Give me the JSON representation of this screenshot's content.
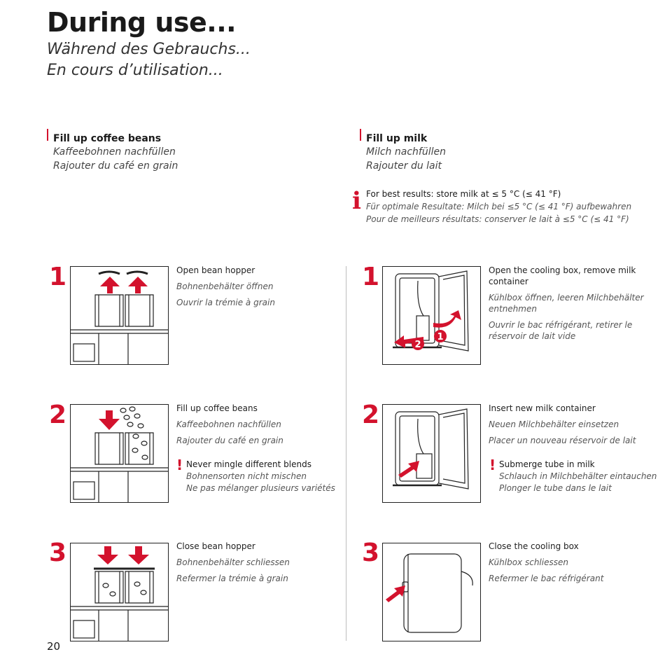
{
  "header": {
    "title": "During use...",
    "subtitle_de": "Während des Gebrauchs...",
    "subtitle_fr": "En cours d’utilisation..."
  },
  "left": {
    "title_en": "Fill up coffee beans",
    "title_de": "Kaffeebohnen nachfüllen",
    "title_fr": "Rajouter du café en grain",
    "steps": [
      {
        "num": "1",
        "en": "Open bean hopper",
        "de": "Bohnenbehälter öffnen",
        "fr": "Ouvrir la trémie à grain"
      },
      {
        "num": "2",
        "en": "Fill up coffee beans",
        "de": "Kaffeebohnen nachfüllen",
        "fr": "Rajouter du café en grain"
      },
      {
        "num": "3",
        "en": "Close bean hopper",
        "de": "Bohnenbehälter schliessen",
        "fr": "Refermer la trémie à grain"
      }
    ],
    "warning": {
      "en": "Never mingle different blends",
      "de": "Bohnensorten nicht mischen",
      "fr": "Ne pas mélanger plusieurs variétés"
    }
  },
  "right": {
    "title_en": "Fill up milk",
    "title_de": "Milch nachfüllen",
    "title_fr": "Rajouter du lait",
    "info": {
      "en": "For best results: store milk at ≤ 5 °C (≤ 41 °F)",
      "de": "Für optimale Resultate: Milch bei ≤5 °C (≤ 41 °F) aufbewahren",
      "fr": "Pour de meilleurs résultats: conserver le lait à ≤5 °C (≤ 41 °F)"
    },
    "steps": [
      {
        "num": "1",
        "en": "Open the cooling box, remove milk container",
        "de": "Kühlbox öffnen, leeren Milchbehälter entnehmen",
        "fr": "Ouvrir le bac réfrigérant, retirer le réservoir de lait vide"
      },
      {
        "num": "2",
        "en": "Insert new milk container",
        "de": "Neuen Milchbehälter einsetzen",
        "fr": "Placer un nouveau réservoir de lait"
      },
      {
        "num": "3",
        "en": "Close the cooling box",
        "de": "Kühlbox schliessen",
        "fr": "Refermer le bac réfrigérant"
      }
    ],
    "warning": {
      "en": "Submerge tube in milk",
      "de": "Schlauch in Milchbehälter eintauchen",
      "fr": "Plonger le tube dans le lait"
    }
  },
  "callouts": {
    "one": "1",
    "two": "2"
  },
  "icons": {
    "warning": "!",
    "info": "i"
  },
  "page_number": "20",
  "colors": {
    "accent": "#d3122d"
  }
}
